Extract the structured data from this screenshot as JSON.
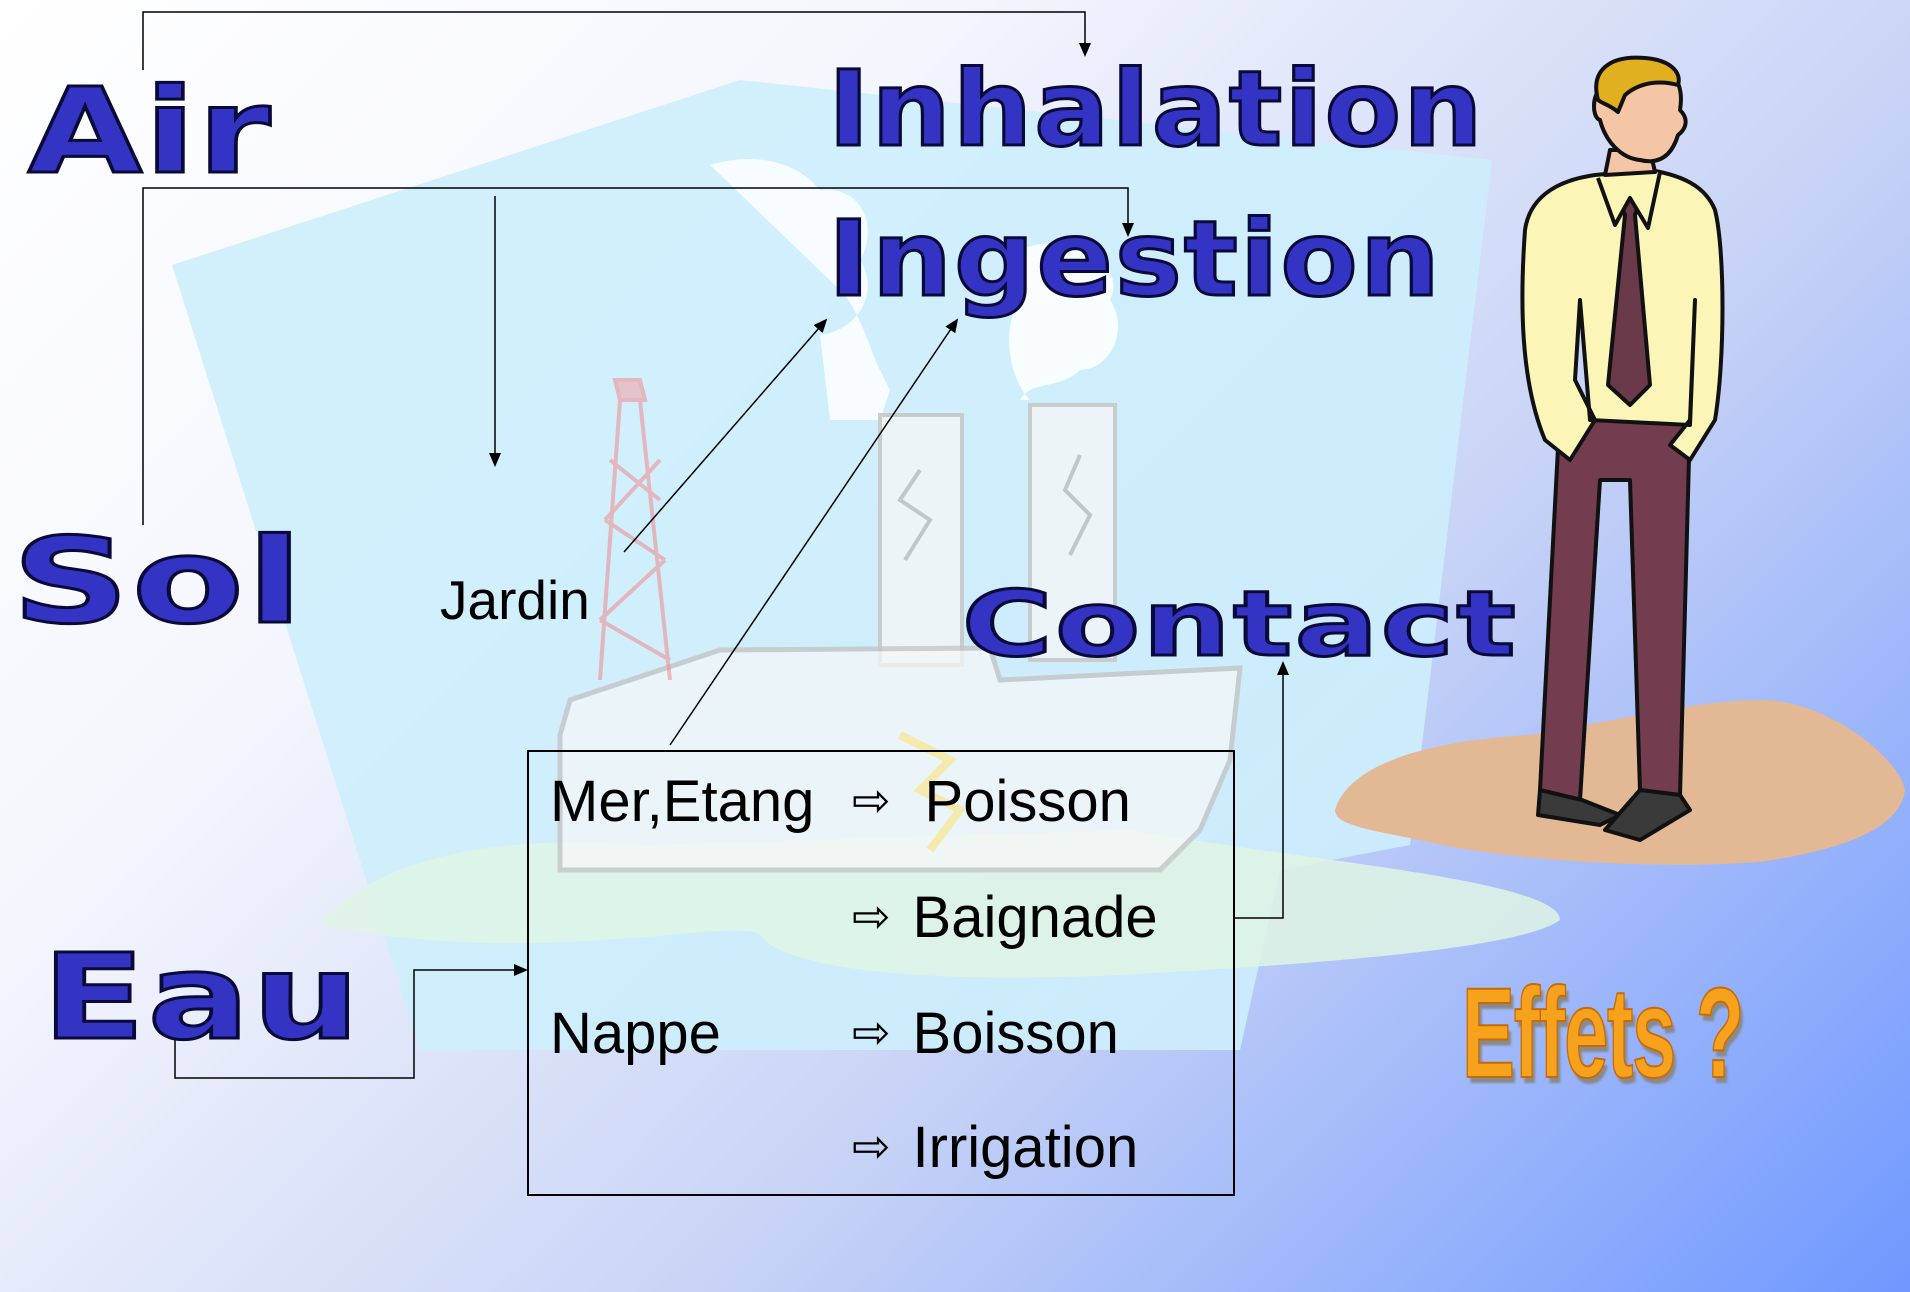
{
  "sources": {
    "air": "Air",
    "sol": "Sol",
    "eau": "Eau"
  },
  "pathways": {
    "inhalation": "Inhalation",
    "ingestion": "Ingestion",
    "contact": "Contact"
  },
  "jardin": "Jardin",
  "water_box": {
    "mer_etang": "Mer,Etang",
    "nappe": "Nappe",
    "arrow_glyph": "⇨",
    "uses": [
      "Poisson",
      "Baignade",
      "Boisson",
      "Irrigation"
    ]
  },
  "effets": "Effets ?",
  "colors": {
    "big_word": "#3434c4",
    "effets": "#f6a21c",
    "sky": "#cdeefc",
    "island": "#e2b895"
  }
}
